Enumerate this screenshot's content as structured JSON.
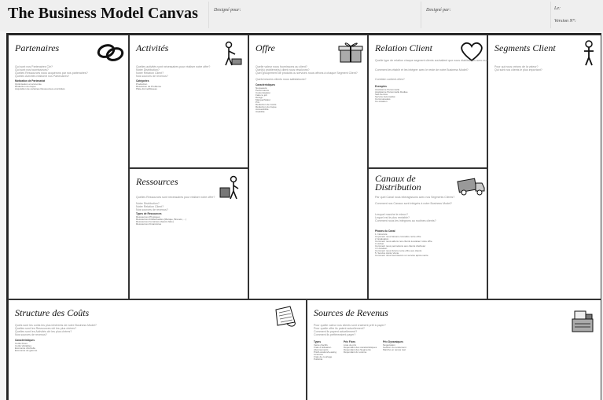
{
  "header": {
    "title": "The Business Model Canvas",
    "designed_for": "Designé pour:",
    "designed_by": "Designé par:",
    "date_label": "Le:",
    "version_label": "Version N°:"
  },
  "blocks": {
    "partners": {
      "title": "Partenaires",
      "questions": [
        "Qui sont nos Partenaires Clé?",
        "Qui sont nos fournisseurs?",
        "Quelles Ressources nous acquérons par nos partenaires?",
        "Quelles Activités réalisent nos Partenaires?"
      ],
      "cat_title": "Motivation de Partenariat",
      "cats": [
        "Optimisation et économie",
        "Réduction du risque",
        "Acquisition de certaines Ressources et Activités"
      ]
    },
    "activities": {
      "title": "Activités",
      "questions": [
        "Quelles activités sont nécessaires pour réaliser notre offre?",
        "Notre Distribution?",
        "Notre Relation Client?",
        "Nos sources de revenus?"
      ],
      "cat_title": "Catégories",
      "cats": [
        "Production",
        "Résolution de Problème",
        "Plate-forme/Réseau"
      ]
    },
    "offer": {
      "title": "Offre",
      "questions": [
        "Quelle valeur nous fournissons au client?",
        "Quel(s) problème(s) client nous résolvons?",
        "Quel groupement de produits ou services nous offrons à chaque Segment Client?",
        "Quels besoins clients nous satisfaisons?"
      ],
      "cat_title": "Caractéristiques",
      "cats": [
        "Nouveauté",
        "Performance",
        "Customisation",
        "Faire le job",
        "Design",
        "Marque/Statut",
        "Prix",
        "Réduction de Coûts",
        "Réduction du risque",
        "Accessibilité",
        "Usabilité"
      ]
    },
    "relation": {
      "title": "Relation Client",
      "questions": [
        "Quelle type de relation chaque segment clients souhaitent que nous établissions avec eux?",
        "Comment les établir et les intégrer avec le reste de notre Business Model?",
        "Combien coûtent-elles?"
      ],
      "cat_title": "Exemples",
      "cats": [
        "Assistance Personnelle",
        "Assistance Personnelle Dédiée",
        "Self-Service",
        "Service Automatisé",
        "Communautés",
        "Co-création"
      ]
    },
    "segments": {
      "title": "Segments Client",
      "questions": [
        "Pour qui nous créons de la valeur?",
        "Qui sont nos clients le plus important?"
      ]
    },
    "resources": {
      "title": "Ressources",
      "questions": [
        "Quelles Ressources sont nécessaires pour réaliser notre offre?",
        "Notre Distribution?",
        "Notre Relation Client?",
        "Nos sources de revenus?"
      ],
      "cat_title": "Types de Ressources",
      "cats": [
        "Ressources Physiques",
        "Ressources Intellectuelles (Marque, Brevets, ...)",
        "Ressources humaines (Savoir-faire)",
        "Ressources Financières"
      ]
    },
    "channels": {
      "title1": "Canaux de",
      "title2": "Distribution",
      "questions": [
        "Par quel Canal nous interagissons avec nos Segments Clients?",
        "Comment nos Canaux sont intégrés à notre Business Model?",
        "Lesquel marche le mieux?",
        "Lequel est le plus rentable?",
        "Comment nous les intégrons au routines clients?"
      ],
      "cat_title": "Phases du Canal",
      "cats": [
        "1. Notoriété",
        "Comment nous faisons connaître notre offre",
        "2. Évaluation",
        "Comment nous aidons nos clients à évaluer notre offre",
        "3. Achat",
        "Comment nous permettons aux clients d'acheter",
        "4. Livraison",
        "Comment nous livrons notre offre aux clients",
        "5. Service Après Vente",
        "Comment nous fournissons un service après-vente"
      ]
    },
    "costs": {
      "title": "Structure des Coûts",
      "questions": [
        "Quels sont les coûts les plus inhérents de notre Business Model?",
        "Quelles sont les Ressources clé les plus chères?",
        "Quelles sont les Activités clé les plus chères?",
        "Nos sources de revenus?"
      ],
      "cat_title": "Caractéristiques",
      "cats": [
        "Coûts Fixes",
        "Coûts Variables",
        "Economie d'échelle",
        "Economie de gamme"
      ]
    },
    "revenues": {
      "title": "Sources de Revenus",
      "questions": [
        "Pour quelle valeur nos clients sont vraiment prêt à payer?",
        "Pour quelle offre ils paient actuellement?",
        "Comment ils payent actuellement?",
        "Comment ils préfèreraient payer?"
      ],
      "col1_title": "Types",
      "col1": [
        "Vente d'actifs",
        "Frais d'utilisation",
        "Abonnements",
        "Prêt/Location/Leasing",
        "Licences",
        "Frais de courtage",
        "Publicité"
      ],
      "col2_title": "Prix Fixes",
      "col2": [
        "Liste de prix",
        "Dépendant des caractéristiques",
        "Dépendant des Segments",
        "Dépendant du volume"
      ],
      "col3_title": "Prix Dynamiques",
      "col3": [
        "Négociation",
        "Gestion du rendement",
        "Marché en temps réel"
      ]
    }
  }
}
